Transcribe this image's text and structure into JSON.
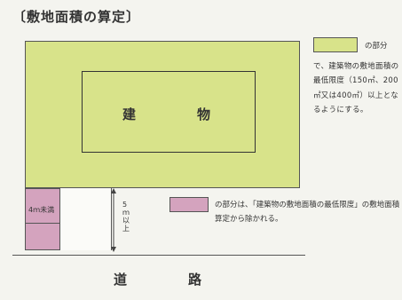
{
  "title": "〔敷地面積の算定〕",
  "building": {
    "char1": "建",
    "char2": "物"
  },
  "legend_ok": {
    "head": "の部分",
    "body": "で、建築物の敷地面積の最低限度（150㎡、200㎡又は400㎡）以上となるようにする。",
    "color": "#d8e38a"
  },
  "strip": {
    "label": "4ｍ未満",
    "color": "#d4a3be"
  },
  "dimension": {
    "label": "5ｍ以上"
  },
  "legend_excluded": {
    "body": "の部分は、「建築物の敷地面積の最低限度」の敷地面積算定から除かれる。"
  },
  "road": {
    "char1": "道",
    "char2": "路"
  }
}
